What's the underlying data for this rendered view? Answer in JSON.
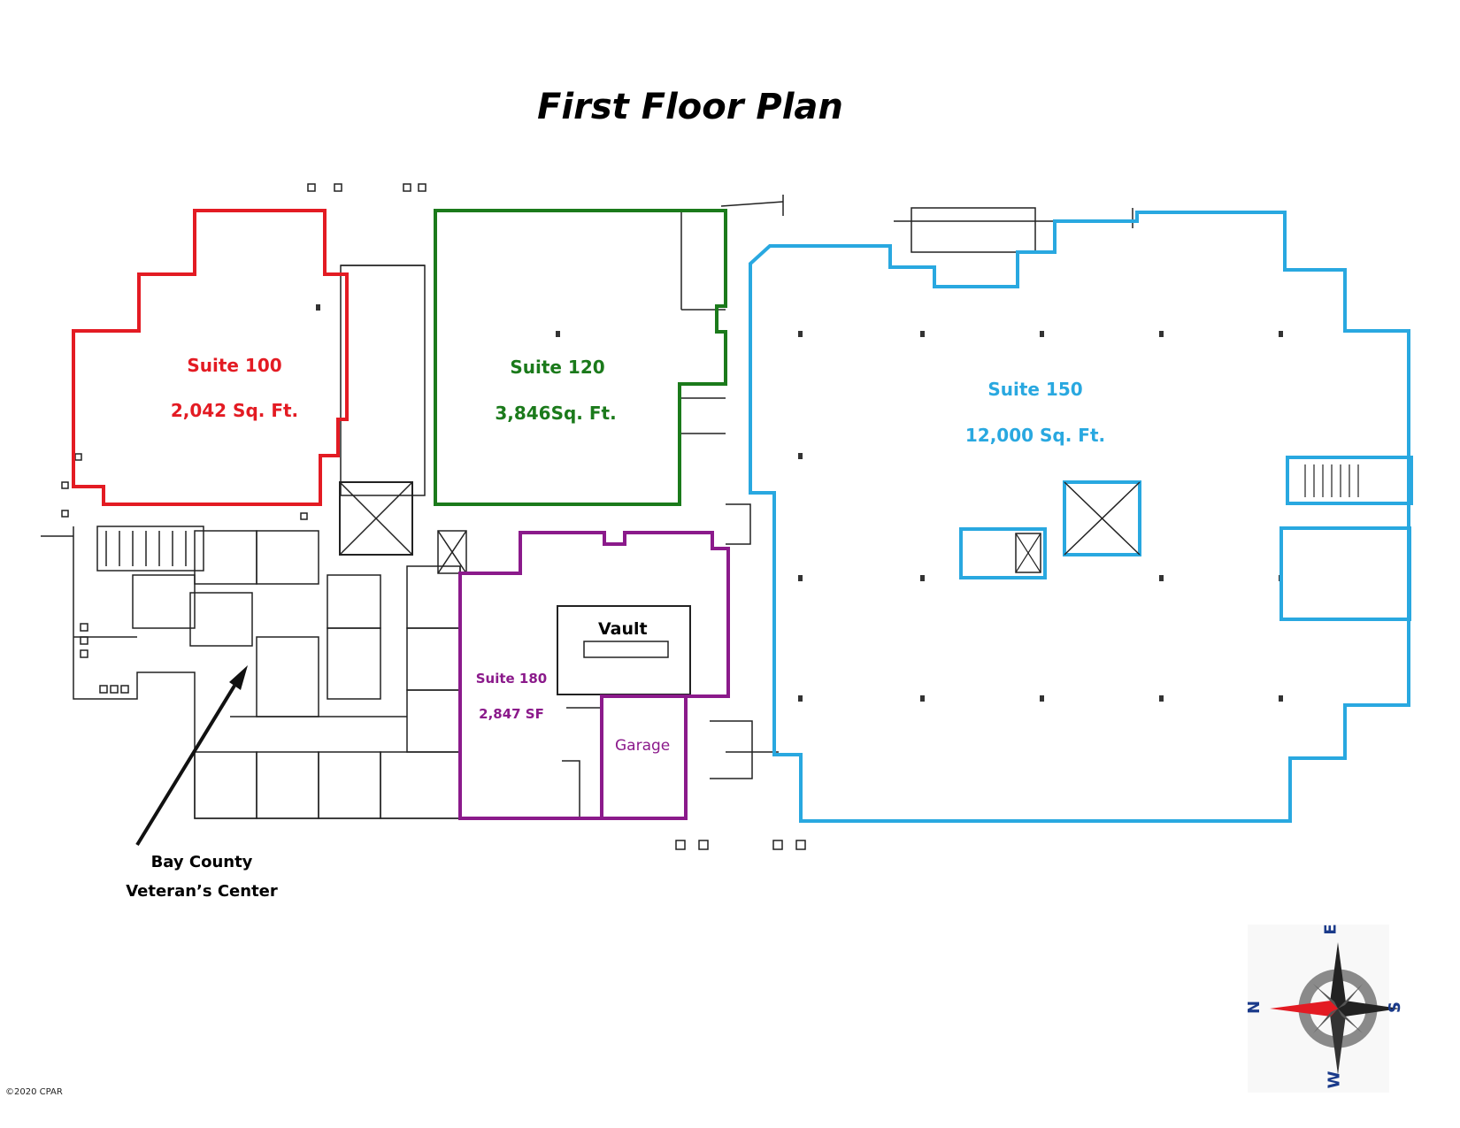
{
  "title": "First Floor Plan",
  "suites": [
    {
      "name": "Suite 100",
      "area": "2,042 Sq. Ft.",
      "color": "#e31b23"
    },
    {
      "name": "Suite 120",
      "area": "3,846Sq. Ft.",
      "color": "#1b7a1b"
    },
    {
      "name": "Suite 150",
      "area": "12,000 Sq. Ft.",
      "color": "#29a8e0"
    },
    {
      "name": "Suite 180",
      "area": "2,847 SF",
      "color": "#8b1a8b"
    }
  ],
  "rooms": {
    "vault": "Vault",
    "garage": "Garage"
  },
  "callout": {
    "line1": "Bay County",
    "line2": "Veteran’s Center"
  },
  "compass": {
    "n": "N",
    "e": "E",
    "s": "S",
    "w": "W"
  },
  "copyright": "©2020 CPAR"
}
